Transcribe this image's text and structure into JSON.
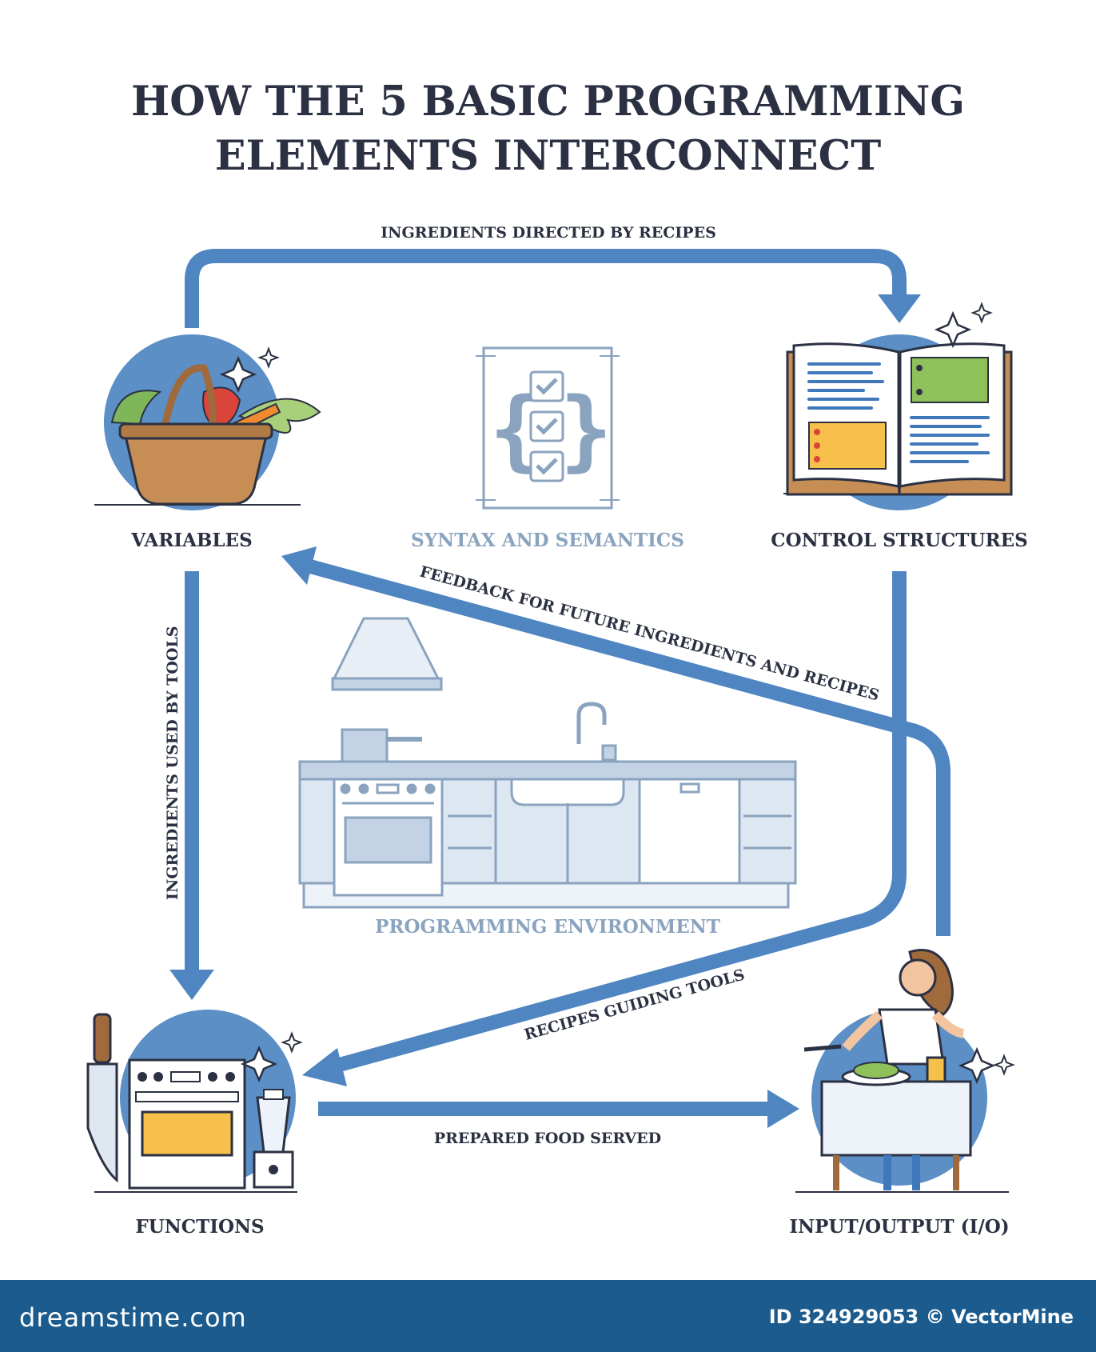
{
  "title": {
    "line1": "HOW THE 5 BASIC PROGRAMMING",
    "line2": "ELEMENTS INTERCONNECT"
  },
  "nodes": {
    "variables": "VARIABLES",
    "syntax": "SYNTAX AND SEMANTICS",
    "control": "CONTROL STRUCTURES",
    "environment": "PROGRAMMING ENVIRONMENT",
    "functions": "FUNCTIONS",
    "io": "INPUT/OUTPUT (I/O)"
  },
  "arrows": {
    "top": "INGREDIENTS DIRECTED BY RECIPES",
    "left": "INGREDIENTS USED BY TOOLS",
    "feedback": "FEEDBACK FOR FUTURE INGREDIENTS AND RECIPES",
    "recipes": "RECIPES GUIDING TOOLS",
    "bottom": "PREPARED FOOD SERVED"
  },
  "footer": {
    "brand": "dreamstime.com",
    "credit": "ID 324929053 © VectorMine"
  },
  "colors": {
    "arrow": "#4f86c2",
    "circle": "#5b8fc6",
    "text": "#2b3142",
    "muted": "#8aa3be",
    "footer": "#1b5b8d"
  }
}
